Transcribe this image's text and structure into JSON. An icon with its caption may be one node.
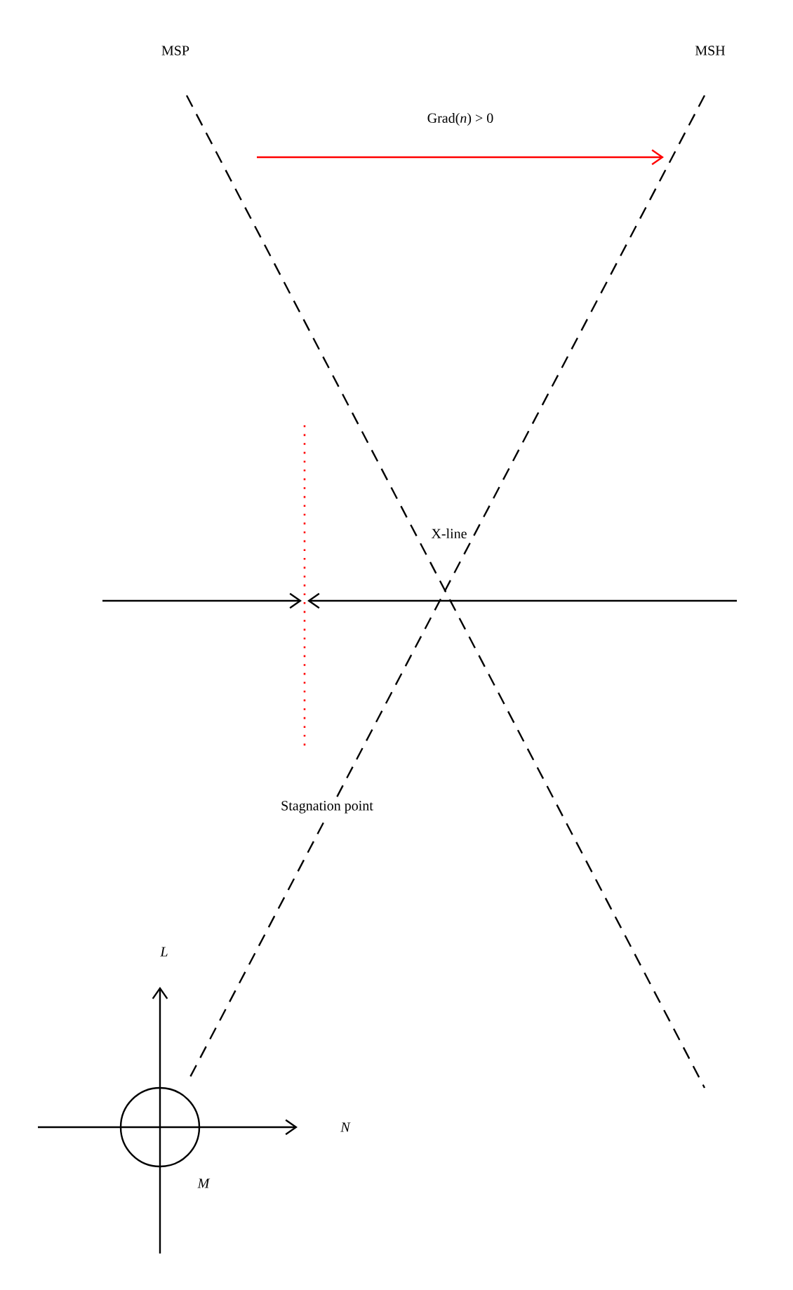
{
  "diagram": {
    "labels": [
      "MSP",
      "MSH",
      "Grad(*n*) > 0",
      "X-line",
      "Stagnation point",
      "L",
      "N",
      "M"
    ]
  }
}
